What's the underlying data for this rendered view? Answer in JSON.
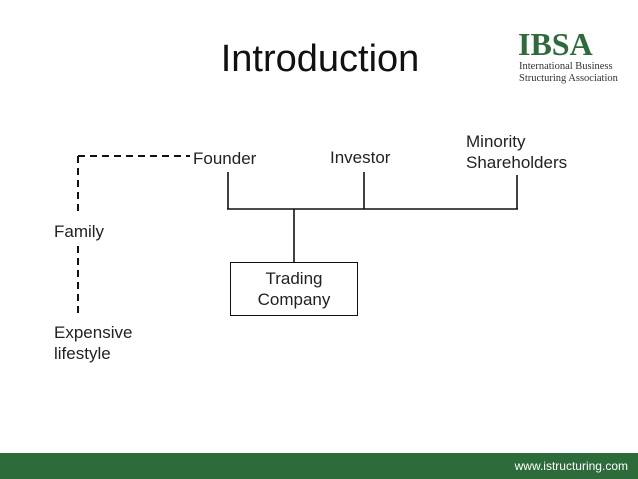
{
  "slide": {
    "title": "Introduction"
  },
  "logo": {
    "mark": "IBSA",
    "line1": "International Business",
    "line2": "Structuring Association"
  },
  "diagram": {
    "founder": "Founder",
    "investor": "Investor",
    "minority_line1": "Minority",
    "minority_line2": "Shareholders",
    "family": "Family",
    "expensive_line1": "Expensive",
    "expensive_line2": "lifestyle",
    "company_line1": "Trading",
    "company_line2": "Company"
  },
  "footer": {
    "url": "www.istructuring.com"
  },
  "colors": {
    "brand_green": "#2e6b3a",
    "line": "#111111"
  }
}
